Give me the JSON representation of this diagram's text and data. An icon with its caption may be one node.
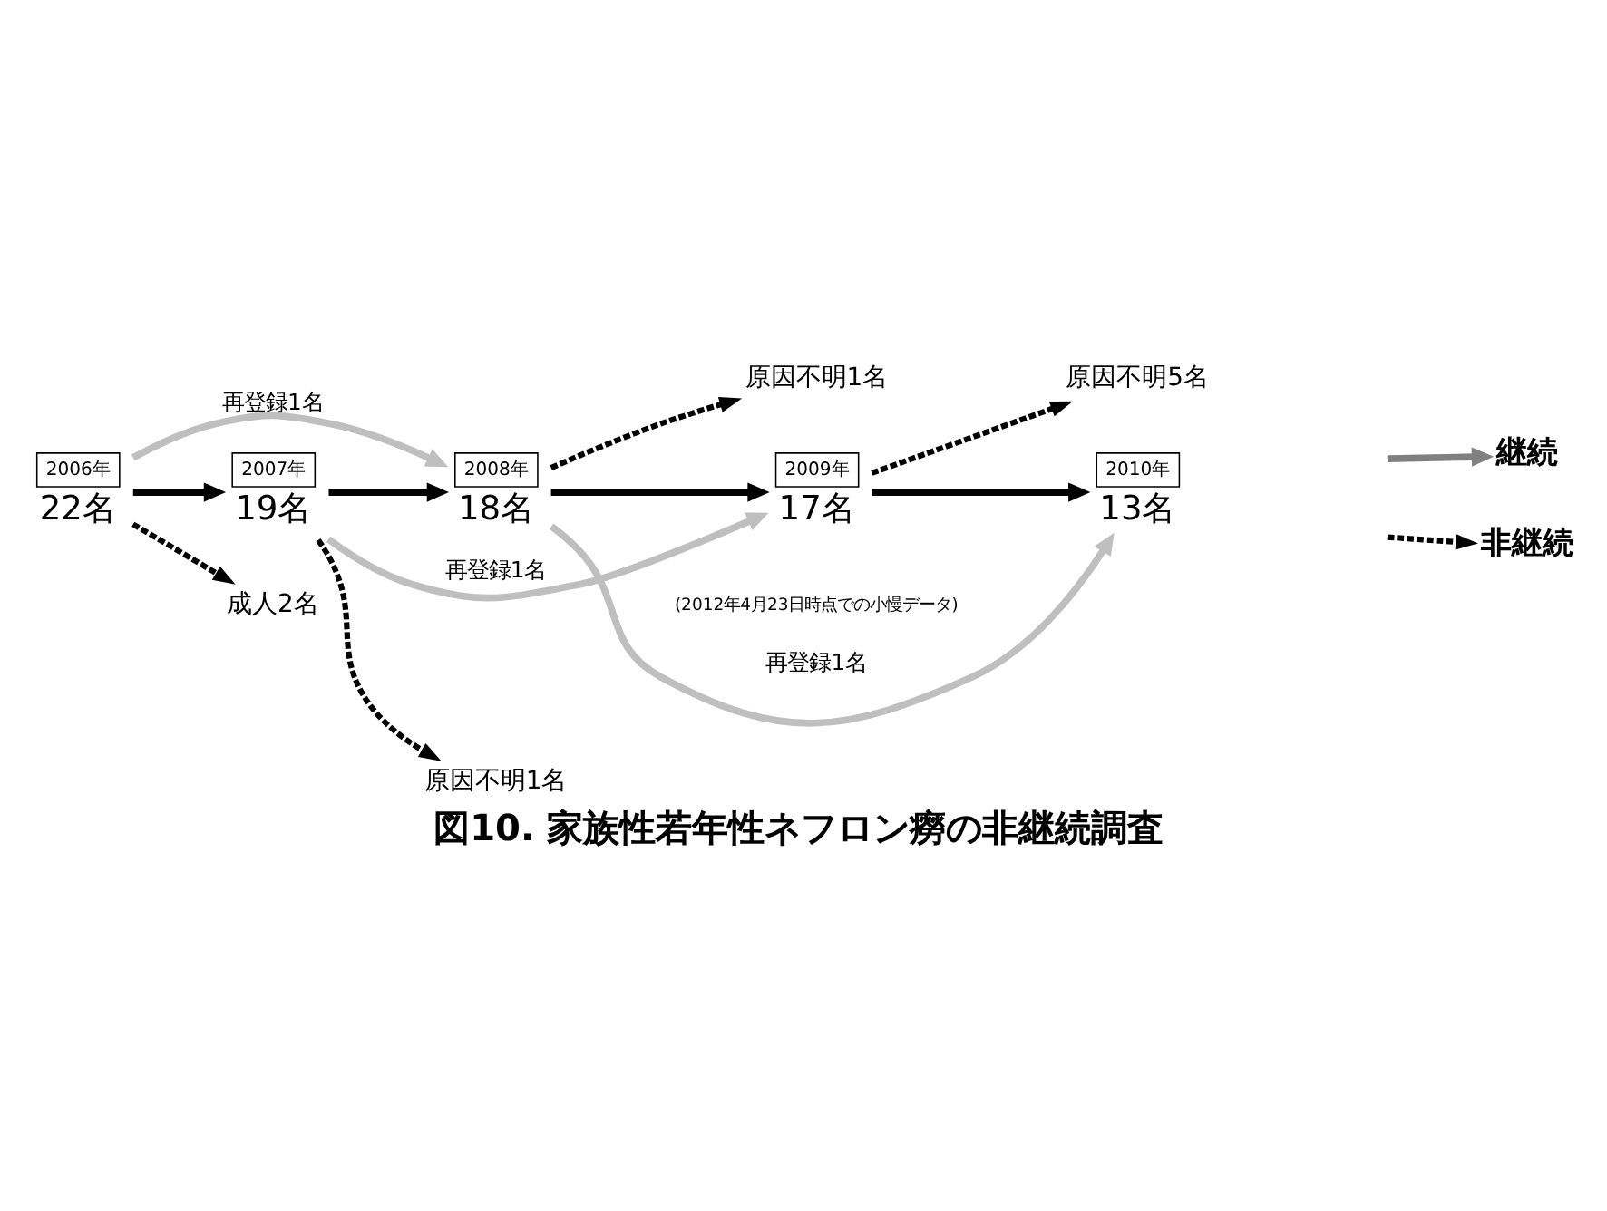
{
  "diagram": {
    "caption": "図10. 家族性若年性ネフロン癆の非継続調査",
    "nodes": [
      {
        "text": [
          "2006年",
          "22名"
        ]
      },
      {
        "text": [
          "2007年",
          "19名"
        ]
      },
      {
        "text": [
          "2008年",
          "18名"
        ]
      },
      {
        "text": [
          "2009年",
          "17名"
        ]
      },
      {
        "text": [
          "2010年",
          "13名"
        ]
      },
      {
        "text": [
          "成人2名"
        ]
      },
      {
        "text": [
          "原因不明1名"
        ]
      },
      {
        "text": [
          "原因不明1名"
        ]
      },
      {
        "text": [
          "原因不明5名"
        ]
      },
      {
        "text": [
          "継続"
        ]
      },
      {
        "text": [
          "非継続"
        ]
      }
    ],
    "edges": [
      {
        "from": 0,
        "to": 1,
        "arrow": "to"
      },
      {
        "from": 1,
        "to": 2,
        "arrow": "to"
      },
      {
        "from": 2,
        "to": 3,
        "arrow": "to"
      },
      {
        "from": 3,
        "to": 4,
        "arrow": "to"
      },
      {
        "from": 0,
        "to": 2,
        "arrow": "to",
        "label": "再登録1名",
        "color": "#bfbfbf"
      },
      {
        "from": 1,
        "to": 3,
        "arrow": "to",
        "label": "再登録1名",
        "color": "#bfbfbf"
      },
      {
        "from": 2,
        "to": 4,
        "arrow": "to",
        "label": "再登録1名",
        "color": "#bfbfbf"
      },
      {
        "from": 0,
        "to": 5,
        "arrow": "to",
        "style": "dashed"
      },
      {
        "from": 1,
        "to": 6,
        "arrow": "to",
        "style": "dashed"
      },
      {
        "from": 2,
        "to": 7,
        "arrow": "to",
        "style": "dashed"
      },
      {
        "from": 3,
        "to": 8,
        "arrow": "to",
        "style": "dashed"
      },
      {
        "from": null,
        "to": 9,
        "arrow": "to",
        "color": "#808080"
      },
      {
        "from": null,
        "to": 10,
        "arrow": "to",
        "style": "dashed"
      }
    ],
    "labels": [
      "(2012年4月23日時点での小慢データ)"
    ]
  }
}
